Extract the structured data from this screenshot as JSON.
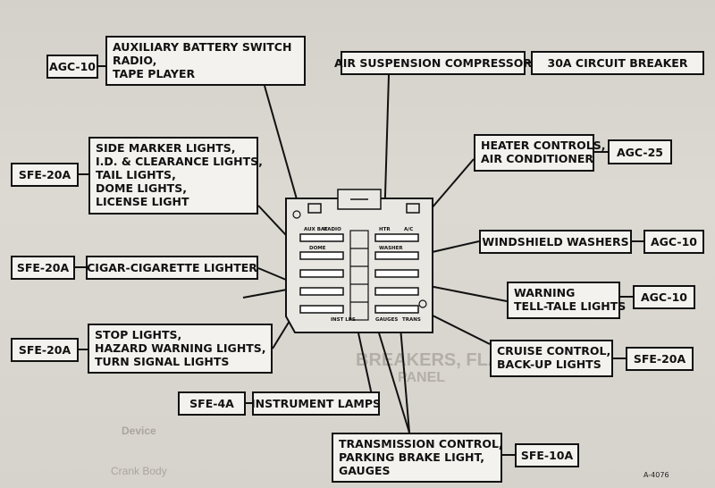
{
  "labels": {
    "agc10_top": "AGC-10",
    "aux_battery": [
      "AUXILIARY BATTERY SWITCH",
      "RADIO,",
      "TAPE PLAYER"
    ],
    "air_suspension": "AIR SUSPENSION COMPRESSOR",
    "circuit_breaker": "30A CIRCUIT BREAKER",
    "sfe20a_1": "SFE-20A",
    "side_marker": [
      "SIDE  MARKER LIGHTS,",
      "I.D. & CLEARANCE LIGHTS,",
      "TAIL LIGHTS,",
      "DOME LIGHTS,",
      "LICENSE LIGHT"
    ],
    "heater": [
      "HEATER CONTROLS,",
      "AIR CONDITIONER"
    ],
    "agc25": "AGC-25",
    "windshield": "WINDSHIELD WASHERS",
    "agc10_ws": "AGC-10",
    "sfe20a_2": "SFE-20A",
    "cigar": "CIGAR-CIGARETTE LIGHTER",
    "warning": [
      "WARNING",
      "TELL-TALE LIGHTS"
    ],
    "agc10_warn": "AGC-10",
    "sfe20a_3": "SFE-20A",
    "stop_lights": [
      "STOP LIGHTS,",
      "HAZARD WARNING LIGHTS,",
      "TURN SIGNAL LIGHTS"
    ],
    "cruise": [
      "CRUISE CONTROL,",
      "BACK-UP LIGHTS"
    ],
    "sfe20a_4": "SFE-20A",
    "sfe4a": "SFE-4A",
    "instrument": "INSTRUMENT LAMPS",
    "transmission": [
      "TRANSMISSION CONTROL,",
      "PARKING BRAKE LIGHT,",
      "GAUGES"
    ],
    "sfe10a": "SFE-10A"
  },
  "fuse_block": {
    "slot_labels": [
      "AUX BAT",
      "RADIO",
      "HTR",
      "A/C",
      "DOME",
      "WASHER",
      "INST LPS",
      "GAUGES",
      "TRANS"
    ]
  },
  "background_text": {
    "page_heading_1": "BREAKERS, FLASHERS, EX",
    "page_heading_2": "PANEL",
    "col_device": "Device",
    "row_crank": "Crank Body"
  },
  "figure_ref": "A-4076",
  "colors": {
    "ink": "#111111",
    "box_fill": "#f3f2ee",
    "paper": "#d8d5ce"
  }
}
